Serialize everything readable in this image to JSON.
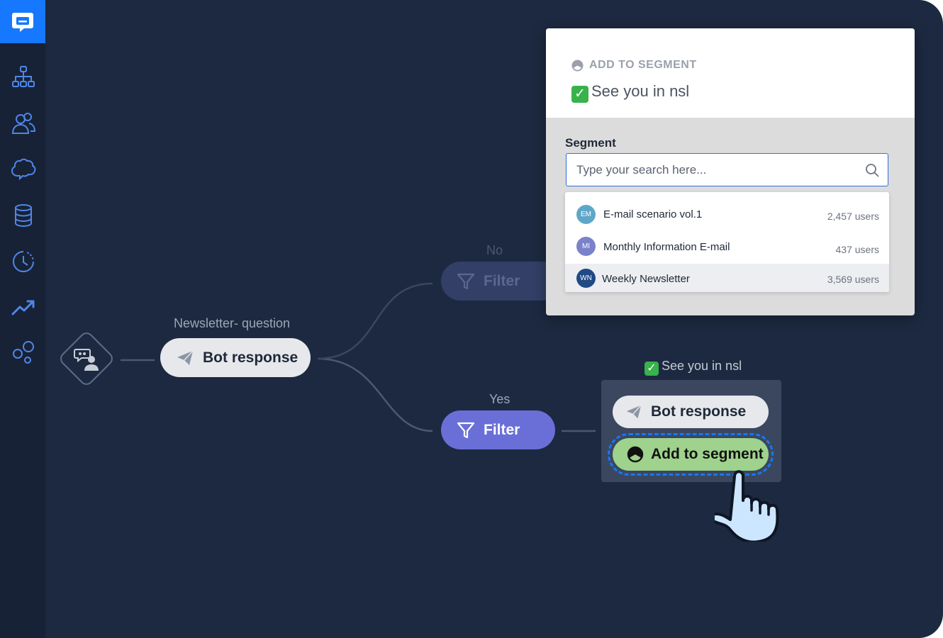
{
  "sidebar": {
    "logo_icon": "chat-bubble-logo-icon",
    "items": [
      {
        "icon": "org-chart-icon"
      },
      {
        "icon": "users-icon"
      },
      {
        "icon": "brain-icon"
      },
      {
        "icon": "database-icon"
      },
      {
        "icon": "clock-icon"
      },
      {
        "icon": "trend-up-icon"
      },
      {
        "icon": "bubbles-icon"
      }
    ]
  },
  "flow": {
    "question_title": "Newsletter- question",
    "bot_response_label": "Bot response",
    "branch_no_label": "No",
    "branch_yes_label": "Yes",
    "filter_label": "Filter",
    "filter_dim_label": "Filter",
    "group_title": "See you in nsl",
    "group_check": "✓",
    "group_bot_response_label": "Bot response",
    "add_segment_label": "Add to segment"
  },
  "panel": {
    "kicker": "ADD TO SEGMENT",
    "title_check": "✓",
    "title": "See you in nsl",
    "field_label": "Segment",
    "search_placeholder": "Type your search here...",
    "options": [
      {
        "initials": "EM",
        "name": "E-mail scenario vol.1",
        "count": "2,457 users",
        "color": "#5fa7c9"
      },
      {
        "initials": "MI",
        "name": "Monthly Information E-mail",
        "count": "437 users",
        "color": "#7a82c9"
      },
      {
        "initials": "WN",
        "name": "Weekly Newsletter",
        "count": "3,569 users",
        "color": "#1f4a86"
      }
    ]
  },
  "colors": {
    "accent": "#1677ff",
    "filter": "#6a6fd8",
    "segment_green": "#9fd28d",
    "canvas_bg": "#1c2940"
  }
}
